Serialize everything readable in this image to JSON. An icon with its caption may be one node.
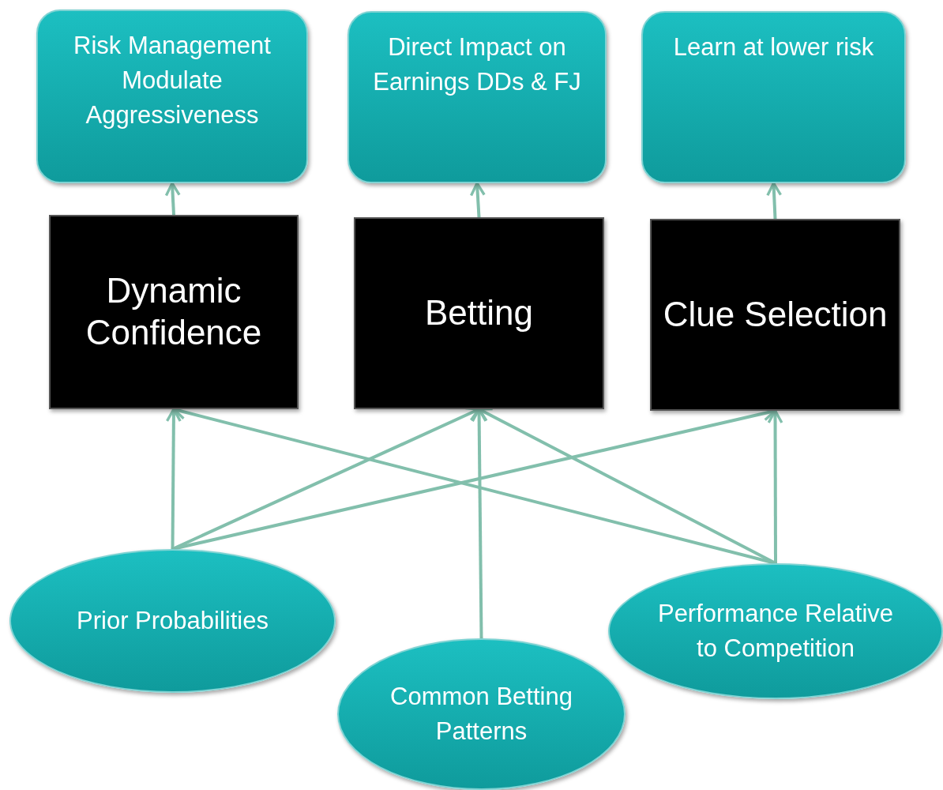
{
  "diagram": {
    "nodes": [
      {
        "text": [
          "Risk Management Modulate Aggressiveness"
        ]
      },
      {
        "text": [
          "Direct Impact on Earnings DDs & FJ"
        ]
      },
      {
        "text": [
          "Learn at lower risk"
        ]
      },
      {
        "text": [
          "Dynamic Confidence"
        ]
      },
      {
        "text": [
          "Betting"
        ]
      },
      {
        "text": [
          "Clue Selection"
        ]
      },
      {
        "text": [
          "Prior Probabilities"
        ]
      },
      {
        "text": [
          "Common Betting Patterns"
        ]
      },
      {
        "text": [
          "Performance Relative to Competition"
        ]
      }
    ],
    "edges": [
      {
        "from": 3,
        "to": 0,
        "arrow": "to"
      },
      {
        "from": 4,
        "to": 1,
        "arrow": "to"
      },
      {
        "from": 5,
        "to": 2,
        "arrow": "to"
      },
      {
        "from": 6,
        "to": 3,
        "arrow": "to"
      },
      {
        "from": 6,
        "to": 4,
        "arrow": "to"
      },
      {
        "from": 6,
        "to": 5,
        "arrow": "to"
      },
      {
        "from": 7,
        "to": 4,
        "arrow": "to"
      },
      {
        "from": 8,
        "to": 5,
        "arrow": "to"
      },
      {
        "from": 8,
        "to": 4,
        "arrow": "to"
      },
      {
        "from": 8,
        "to": 3,
        "arrow": "to"
      }
    ]
  }
}
